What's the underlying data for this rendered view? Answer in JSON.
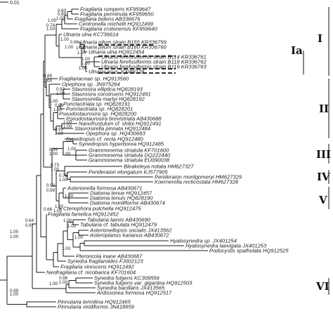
{
  "scale": {
    "label": "0.01"
  },
  "taxa": [
    "Fragilaria rumpens KF959647",
    "Fragilaria perminuta KF959650",
    "Fragilaria bidens AB336676",
    "Centronella reichelti HQ912499",
    "Fragilaria crotonensis KF959640",
    "Ulnaria ulna KC736614",
    "Ulnaria pilum strain B155 KR336759",
    "Ulnaria pilum strain B160 KR336760",
    "Ulnaria ulna HQ912454",
    "Ulnaria ferefusiformis strain B114 KR336761",
    "Ulnaria ferefusiformis strain B118 KR336762",
    "Ulnaria ferefusiformis strain B119 KR336763",
    "Ulnaria acus JQ088178",
    "Fragilariaceae sp. HQ913560",
    "Opephora sp. JN975264",
    "Staurosira elliptica HQ828193",
    "Staurosira construens HQ912491",
    "Staurosirella martyi HQ828192",
    "Punctastriata sp. HQ828191",
    "Punctastriata sp. HQ828201",
    "Pseudostaurosira sp. HQ828200",
    "Pseudostaurosira brevistriata AB430688",
    "Nanofrustulum cf. shiloi HQ912491",
    "Staurosirella pinnata HQ912484",
    "Opephora sp. HQ430683",
    "Synedropsis cf. recta HQ912480",
    "Synedropsis hyperborea HQ912485",
    "Grammonema striatula KF701600",
    "Grammonema striatula DQ222440",
    "Grammonema striatula EU090038",
    "Bleakeleya notata HM627327",
    "Perideraion elongatum KJ577905",
    "Perideraion montgomeryi HM627329",
    "Koernerella recticostata HM627328",
    "Asterionella formosa AB430671",
    "Diatoma tenue HQ912457",
    "Diatoma tenuis HQ828190",
    "Diatoma moniliforme AB430674",
    "Ctenophora pulchella HQ912475",
    "Fragilaria famelica HQ912452",
    "Tabularia laevis AB430690",
    "Tabularia cf. tabulata HQ912479",
    "Asterionellopsis socialis JX413562",
    "Asteroplanus karianus AB430672",
    "Hyalosynedra sp. JX401254",
    "Hyalosynedra laevigata JX401253",
    "Podocystis spathulata HQ912525",
    "Pteroncola inane AB430687",
    "Synedra fragilaroides FJ002123",
    "Fragilaria virescens HQ912492",
    "Neofragilaria cf. nicobarica KF701604",
    "Synedra fulgens KC309556",
    "Synedra fulgens var. gigantea HQ912503",
    "Synedra bacillaris JX413565",
    "Ardissonea formosa HQ912517",
    "Pinnularia termitina HQ912465",
    "Pinnularia viridiformis JN418659"
  ],
  "support_values": [
    "0.83",
    "0.89",
    "1.00",
    "1.00",
    "0.74",
    "1.00",
    "1.00",
    "0.96",
    "1.00",
    "1.00",
    "1.00",
    "1.00",
    "1.00",
    "1.00",
    "0.85",
    "1.00",
    "0.93",
    "1.00",
    "0.98",
    "1.00",
    "1.00",
    "1.00",
    "0.93",
    "1.00",
    "1.00",
    "0.94",
    "1.00",
    "1.00",
    "1.00",
    "0.73",
    "1.00",
    "0.75",
    "1.00",
    "0.90",
    "0.99",
    "1.00",
    "1.00",
    "1.00",
    "0.66",
    "1.00",
    "1.00",
    "1.00",
    "0.64",
    "0.97",
    "1.00",
    "1.00",
    "1.00",
    "0.98",
    "1.00",
    "1.00",
    "0.99",
    "1.00"
  ],
  "clade_labels": [
    "I",
    "Ia",
    "II",
    "III",
    "IV",
    "V",
    "VI"
  ]
}
